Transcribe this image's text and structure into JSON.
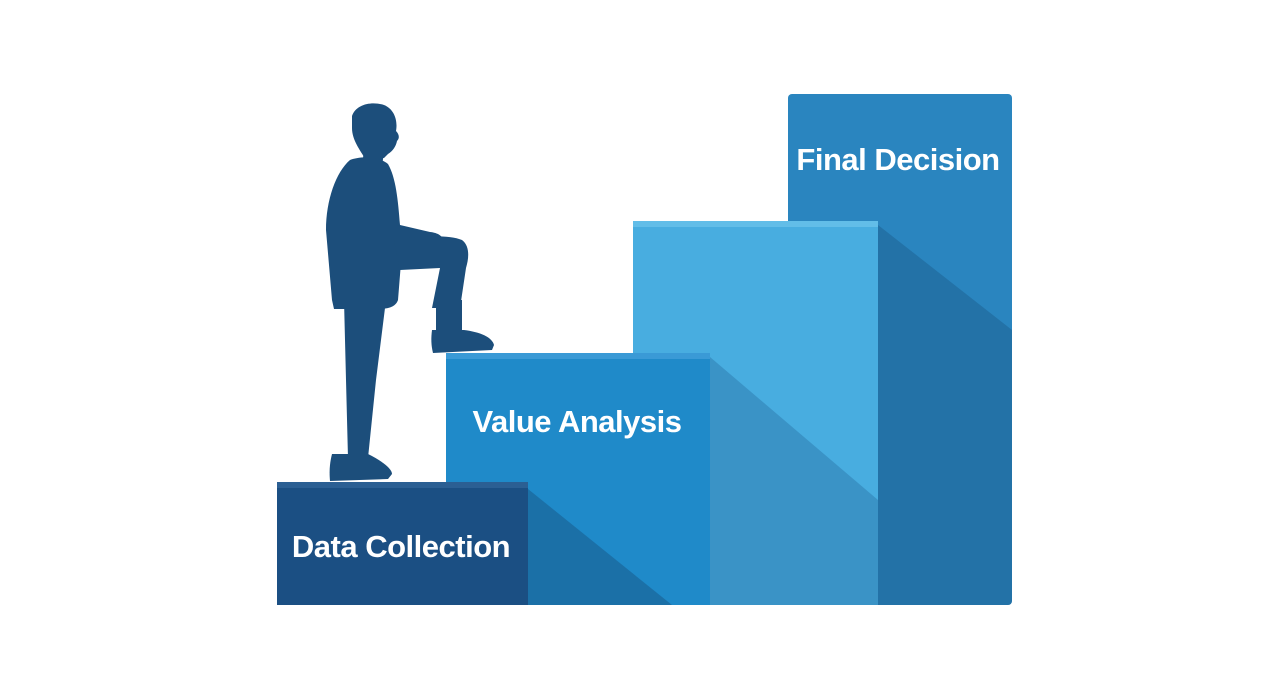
{
  "steps": [
    {
      "label": "Data Collection",
      "color": "#1b4f83",
      "top_color": "#2b5f93"
    },
    {
      "label": "Value Analysis",
      "color": "#1f8ac9",
      "top_color": "#3a9ad6"
    },
    {
      "label": "",
      "color": "#48ade0",
      "top_color": "#62bde8"
    },
    {
      "label": "Final Decision",
      "color": "#2a85bf",
      "top_color": "#3a92c8"
    }
  ],
  "colors": {
    "silhouette": "#1c4e7b",
    "background": "#ffffff",
    "shadow": "#1a5a8a"
  }
}
